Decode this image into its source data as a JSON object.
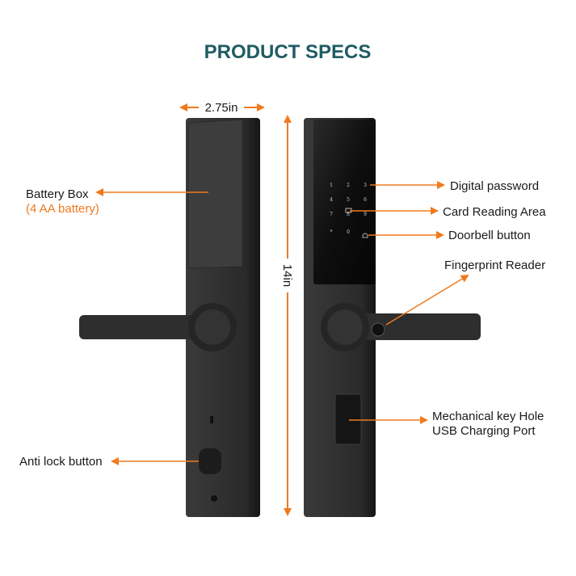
{
  "title": "PRODUCT SPECS",
  "dimensions": {
    "width": "2.75in",
    "height": "14in"
  },
  "labels": {
    "battery_box": "Battery Box",
    "battery_note": "(4 AA battery)",
    "anti_lock": "Anti lock button",
    "digital_password": "Digital password",
    "card_reading": "Card Reading Area",
    "doorbell": "Doorbell button",
    "fingerprint": "Fingerprint Reader",
    "key_hole": "Mechanical key Hole",
    "usb_port": "USB Charging Port"
  },
  "keypad": [
    "1",
    "2",
    "3",
    "4",
    "5",
    "6",
    "7",
    "8",
    "9",
    "*",
    "0"
  ],
  "colors": {
    "title": "#1f5c63",
    "accent": "#f07a1e",
    "lock_body": "#2b2b2b"
  }
}
